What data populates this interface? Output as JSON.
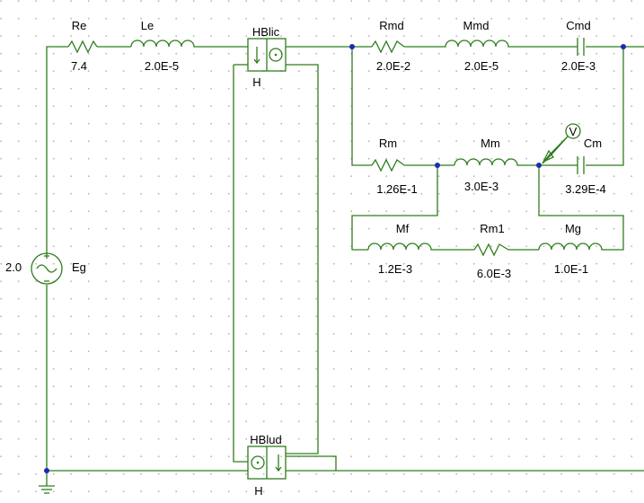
{
  "components": {
    "Re": {
      "name": "Re",
      "value": "7.4"
    },
    "Le": {
      "name": "Le",
      "value": "2.0E-5"
    },
    "HBlic": {
      "name": "HBlic",
      "sub": "H"
    },
    "Rmd": {
      "name": "Rmd",
      "value": "2.0E-2"
    },
    "Mmd": {
      "name": "Mmd",
      "value": "2.0E-5"
    },
    "Cmd": {
      "name": "Cmd",
      "value": "2.0E-3"
    },
    "Rm": {
      "name": "Rm",
      "value": "1.26E-1"
    },
    "Mm": {
      "name": "Mm",
      "value": "3.0E-3"
    },
    "Cm": {
      "name": "Cm",
      "value": "3.29E-4"
    },
    "Mf": {
      "name": "Mf",
      "value": "1.2E-3"
    },
    "Rm1": {
      "name": "Rm1",
      "value": "6.0E-3"
    },
    "Mg": {
      "name": "Mg",
      "value": "1.0E-1"
    },
    "Eg": {
      "name": "Eg",
      "value": "2.0"
    },
    "HBlud": {
      "name": "HBlud",
      "sub": "H"
    },
    "probe": {
      "symbol": "V"
    }
  },
  "colors": {
    "wire": "#2f7d1e",
    "node": "#1a2bb5",
    "grid": "#b5b5b5",
    "text": "#000000"
  }
}
